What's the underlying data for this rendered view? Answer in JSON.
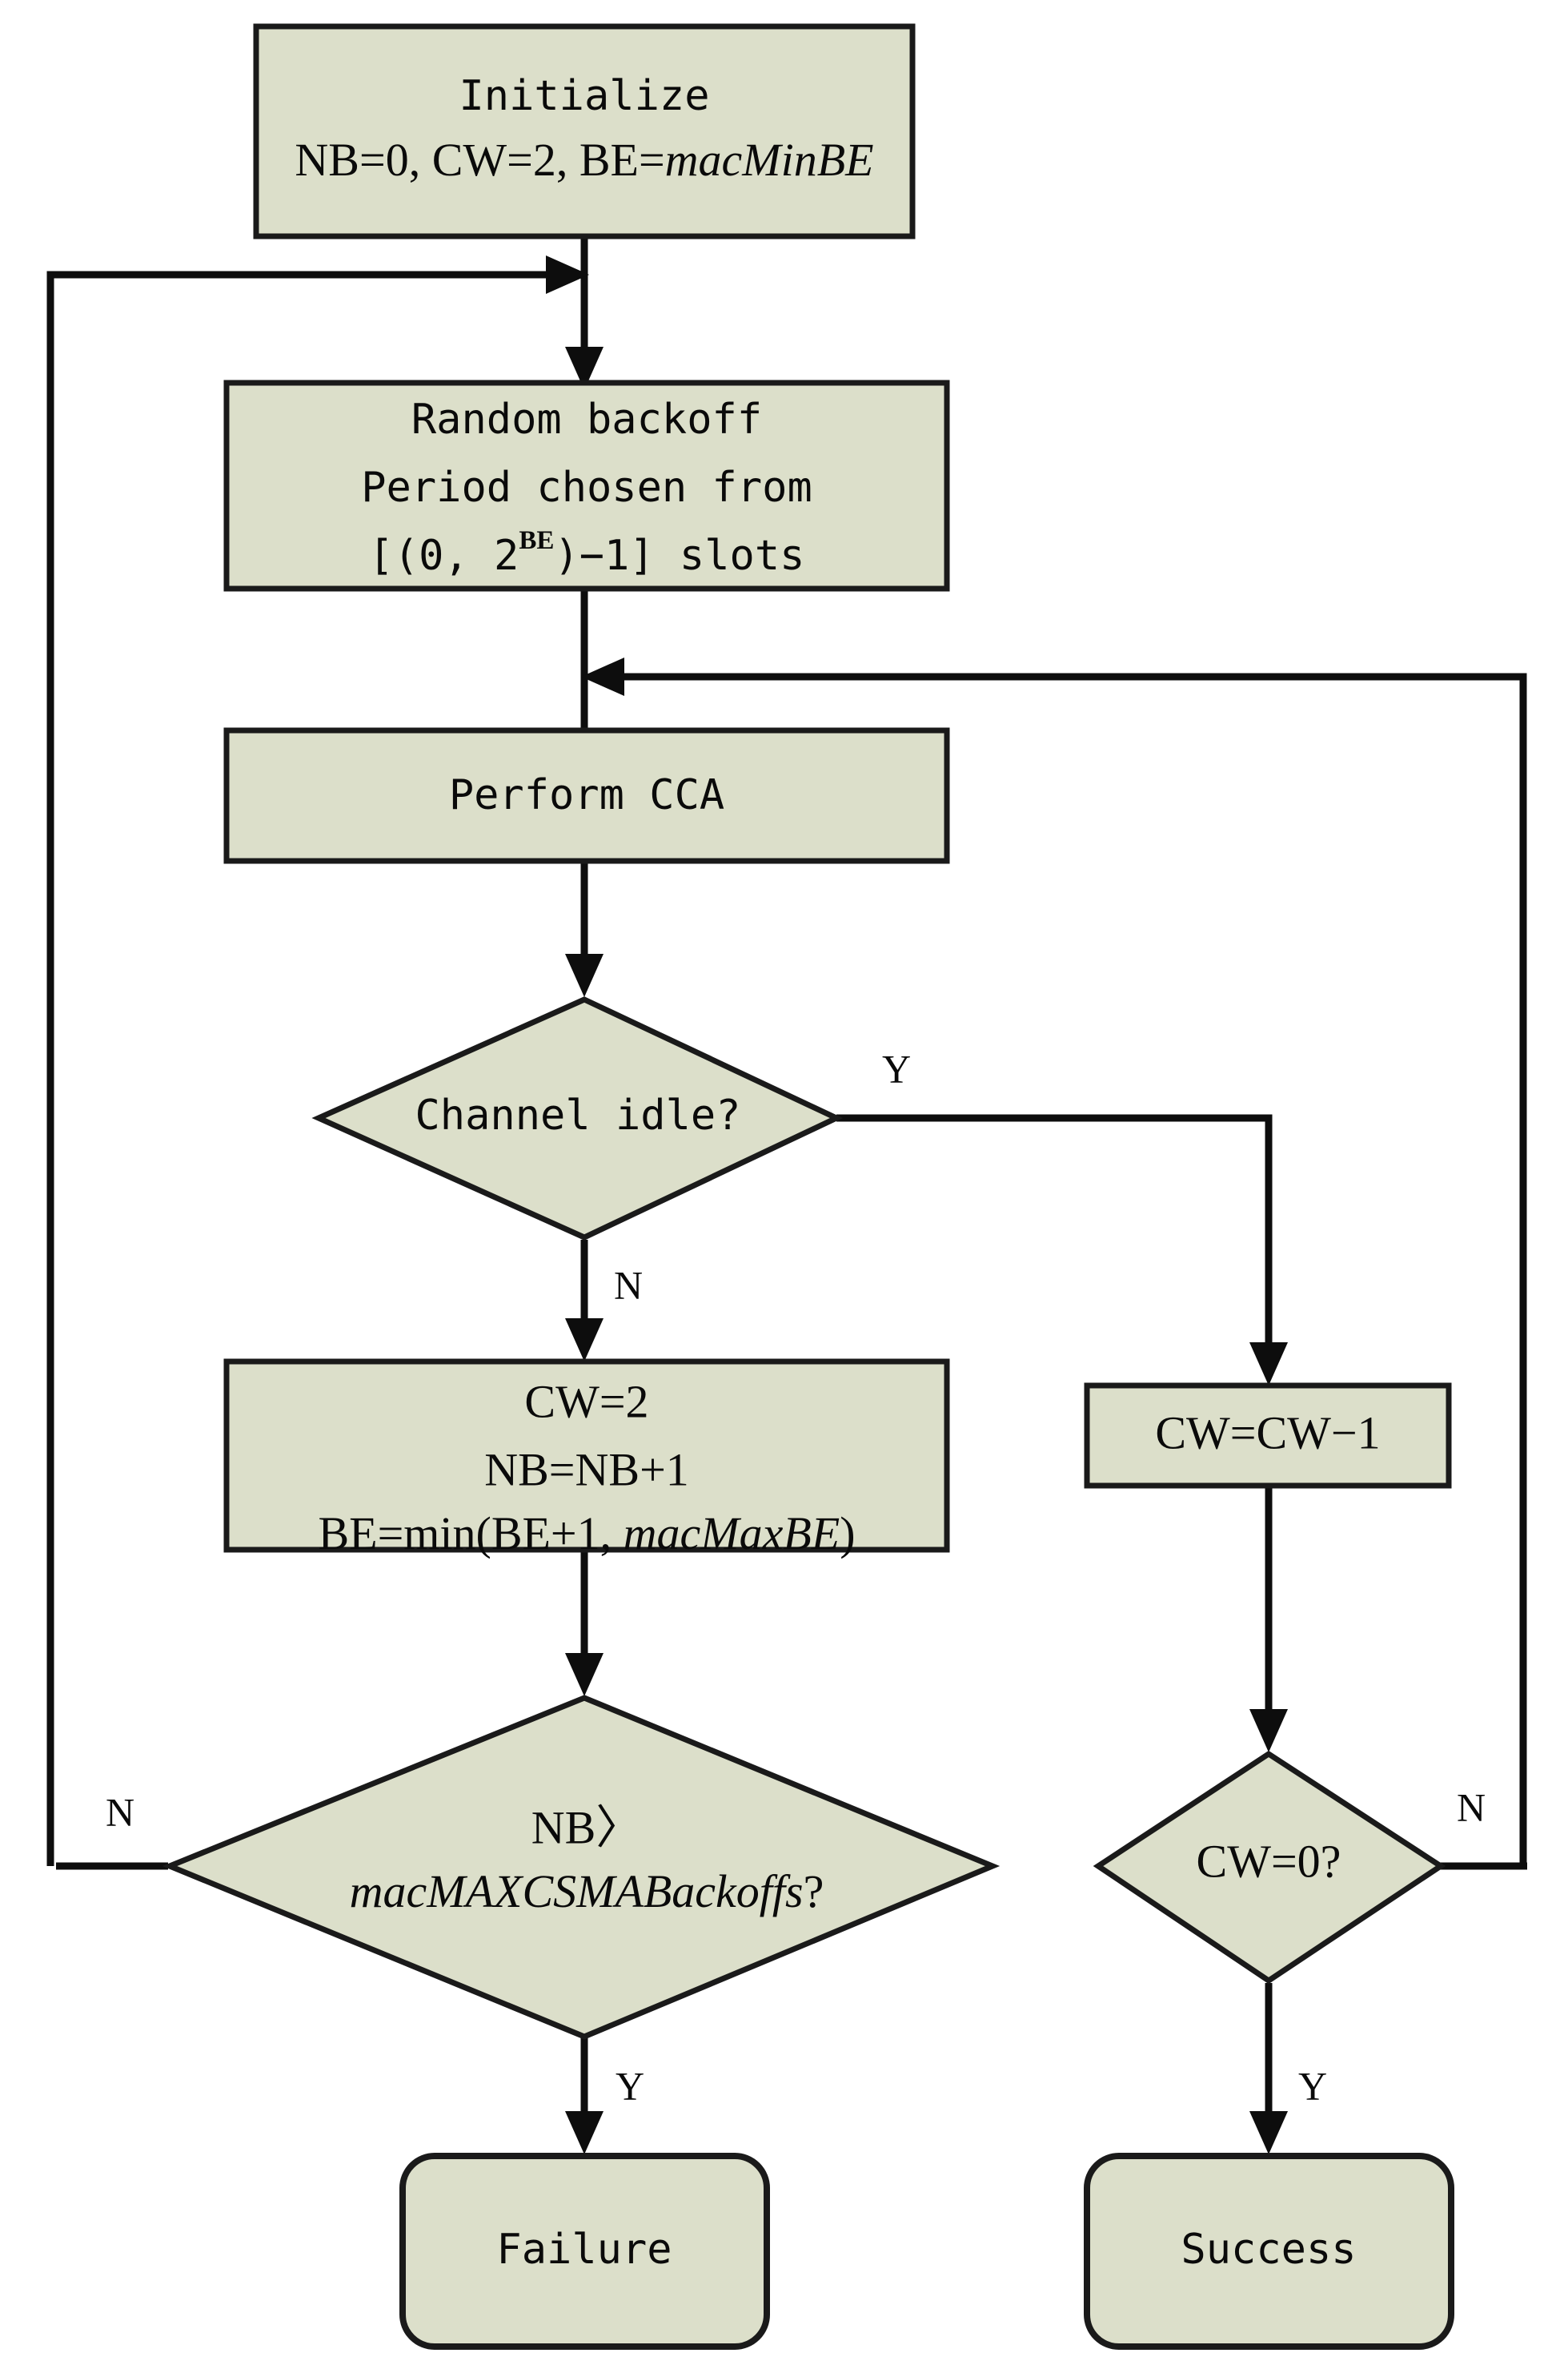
{
  "diagram": {
    "title": "CSMA-CA algorithm flowchart",
    "colors": {
      "node_fill": "#dcdfca",
      "node_stroke": "#1a1a1a",
      "edge_stroke": "#0d0d0d",
      "background": "#ffffff",
      "text": "#0a0a0a"
    },
    "nodes": {
      "initialize": {
        "shape": "process",
        "line1": "Initialize",
        "line2_a": "NB=0, CW=2, BE=",
        "line2_b": "macMinBE"
      },
      "random_backoff": {
        "shape": "process",
        "line1": "Random backoff",
        "line2": "Period chosen from",
        "line3_a": "[(0, 2",
        "line3_sup": "BE",
        "line3_b": ")−1] slots"
      },
      "perform_cca": {
        "shape": "process",
        "label": "Perform CCA"
      },
      "channel_idle": {
        "shape": "decision",
        "label": "Channel idle?"
      },
      "update_params": {
        "shape": "process",
        "line1": "CW=2",
        "line2": "NB=NB+1",
        "line3_a": "BE=min(BE+1, ",
        "line3_b": "macMaxBE",
        "line3_c": ")"
      },
      "cw_decrement": {
        "shape": "process",
        "label": "CW=CW−1"
      },
      "nb_check": {
        "shape": "decision",
        "line1": "NB〉",
        "line2_a": "macMAXCSMABackoffs",
        "line2_b": "?"
      },
      "cw_zero": {
        "shape": "decision",
        "label": "CW=0?"
      },
      "failure": {
        "shape": "terminator",
        "label": "Failure"
      },
      "success": {
        "shape": "terminator",
        "label": "Success"
      }
    },
    "edge_labels": {
      "channel_idle_yes": "Y",
      "channel_idle_no": "N",
      "nb_check_no": "N",
      "nb_check_yes": "Y",
      "cw_zero_no": "N",
      "cw_zero_yes": "Y"
    }
  }
}
